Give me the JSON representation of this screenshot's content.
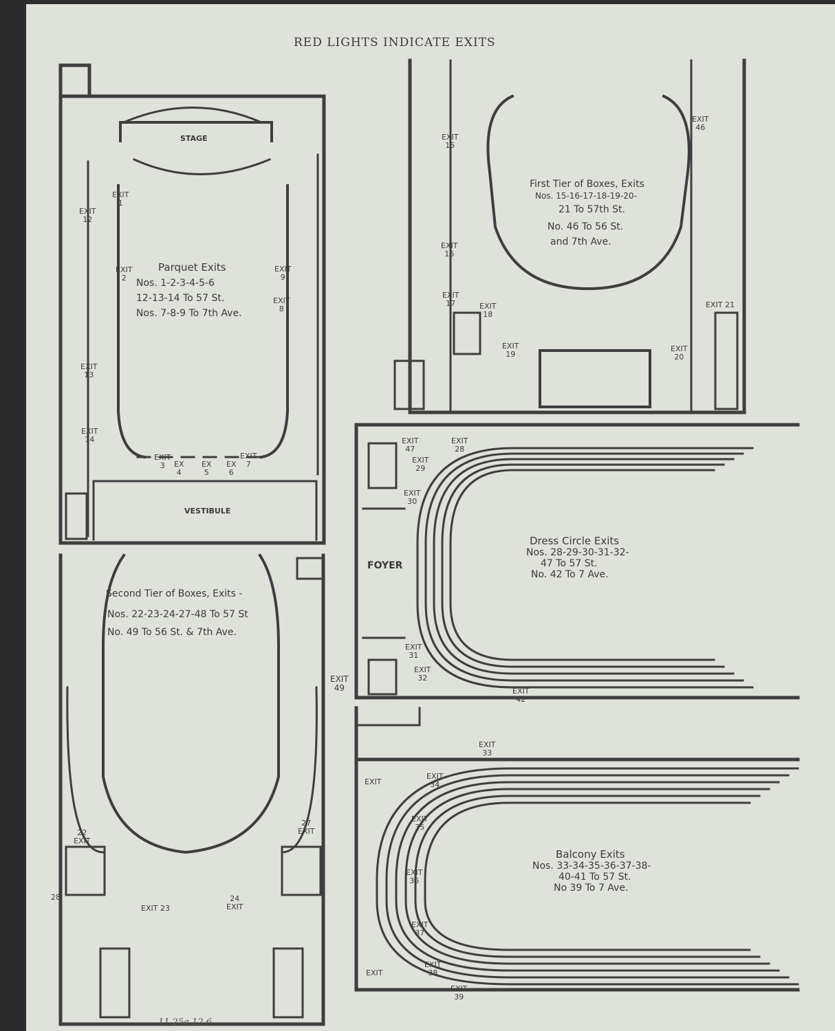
{
  "header": "RED LIGHTS INDICATE EXITS",
  "handwritten_note": "11.25a.12.6",
  "panels": {
    "parquet": {
      "stage": "STAGE",
      "vestibule": "VESTIBULE",
      "title": "Parquet Exits",
      "lines": [
        "Nos. 1-2-3-4-5-6",
        "12-13-14 To 57 St.",
        "Nos. 7-8-9 To 7th Ave."
      ],
      "exits": [
        "EXIT\n1",
        "EXIT\n12",
        "EXIT\n2",
        "EXIT\n9",
        "EXIT\n8",
        "EXIT\n13",
        "EXIT\n14",
        "EXIT\n3",
        "EX\n4",
        "EX\n5",
        "EX\n6",
        "EXIT\n7"
      ]
    },
    "first_tier": {
      "title": "First Tier of Boxes, Exits",
      "lines": [
        "Nos. 15-16-17-18-19-20-",
        "21 To 57th St.",
        "No. 46 To 56 St.",
        "and 7th Ave."
      ],
      "exits": [
        "EXIT\n15",
        "EXIT\n16",
        "EXIT\n17",
        "EXIT\n18",
        "EXIT\n19",
        "EXIT\n46",
        "EXIT 21",
        "EXIT\n20"
      ]
    },
    "second_tier": {
      "title": "Second Tier of Boxes, Exits -",
      "lines": [
        "Nos. 22-23-24-27-48 To 57 St",
        "No. 49 To 56 St. & 7th Ave."
      ],
      "exits": [
        "EXIT\n49",
        "22\nEXIT",
        "27\nEXIT",
        "28",
        "EXIT 23",
        "24\nEXIT"
      ]
    },
    "dress_circle": {
      "foyer": "FOYER",
      "title": "Dress Circle Exits",
      "lines": [
        "Nos. 28-29-30-31-32-",
        "47 To 57 St.",
        "No. 42 To 7 Ave."
      ],
      "exits": [
        "EXIT\n47",
        "EXIT\n28",
        "EXIT\n29",
        "EXIT\n30",
        "EXIT\n31",
        "EXIT\n32",
        "EXIT\n42"
      ]
    },
    "balcony": {
      "title": "Balcony Exits",
      "lines": [
        "Nos. 33-34-35-36-37-38-",
        "40-41 To 57 St.",
        "No 39 To 7 Ave."
      ],
      "exits": [
        "EXIT\n33",
        "EXIT",
        "EXIT\n34",
        "EXIT\n35",
        "EXIT\n36",
        "EXIT\n37",
        "EXIT\n38",
        "EXIT\n39",
        "EXIT"
      ]
    }
  }
}
